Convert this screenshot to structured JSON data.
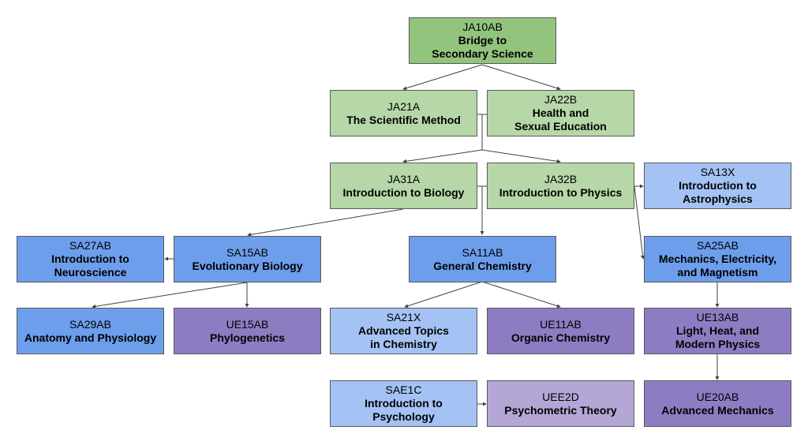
{
  "diagram": {
    "type": "course-prerequisite-tree",
    "colors": {
      "dark_green": "#93c47d",
      "light_green": "#b6d7a8",
      "light_blue": "#a4c2f4",
      "blue": "#6d9eeb",
      "purple": "#8e7cc3",
      "light_purple": "#b4a7d6",
      "edge": "#404040"
    },
    "nodes": [
      {
        "id": "JA10AB",
        "code": "JA10AB",
        "title": "Bridge to\nSecondary Science",
        "color": "#93c47d"
      },
      {
        "id": "JA21A",
        "code": "JA21A",
        "title": "The Scientific Method",
        "color": "#b6d7a8"
      },
      {
        "id": "JA22B",
        "code": "JA22B",
        "title": "Health and\nSexual Education",
        "color": "#b6d7a8"
      },
      {
        "id": "JA31A",
        "code": "JA31A",
        "title": "Introduction to Biology",
        "color": "#b6d7a8"
      },
      {
        "id": "JA32B",
        "code": "JA32B",
        "title": "Introduction to Physics",
        "color": "#b6d7a8"
      },
      {
        "id": "SA13X",
        "code": "SA13X",
        "title": "Introduction to\nAstrophysics",
        "color": "#a4c2f4"
      },
      {
        "id": "SA27AB",
        "code": "SA27AB",
        "title": "Introduction to\nNeuroscience",
        "color": "#6d9eeb"
      },
      {
        "id": "SA15AB",
        "code": "SA15AB",
        "title": "Evolutionary Biology",
        "color": "#6d9eeb"
      },
      {
        "id": "SA11AB",
        "code": "SA11AB",
        "title": "General Chemistry",
        "color": "#6d9eeb"
      },
      {
        "id": "SA25AB",
        "code": "SA25AB",
        "title": "Mechanics, Electricity,\nand Magnetism",
        "color": "#6d9eeb"
      },
      {
        "id": "SA29AB",
        "code": "SA29AB",
        "title": "Anatomy and Physiology",
        "color": "#6d9eeb"
      },
      {
        "id": "UE15AB",
        "code": "UE15AB",
        "title": "Phylogenetics",
        "color": "#8e7cc3"
      },
      {
        "id": "SA21X",
        "code": "SA21X",
        "title": "Advanced Topics\nin Chemistry",
        "color": "#a4c2f4"
      },
      {
        "id": "UE11AB",
        "code": "UE11AB",
        "title": "Organic Chemistry",
        "color": "#8e7cc3"
      },
      {
        "id": "UE13AB",
        "code": "UE13AB",
        "title": "Light, Heat, and\nModern Physics",
        "color": "#8e7cc3"
      },
      {
        "id": "SAE1C",
        "code": "SAE1C",
        "title": "Introduction to\nPsychology",
        "color": "#a4c2f4"
      },
      {
        "id": "UEE2D",
        "code": "UEE2D",
        "title": "Psychometric Theory",
        "color": "#b4a7d6"
      },
      {
        "id": "UE20AB",
        "code": "UE20AB",
        "title": "Advanced Mechanics",
        "color": "#8e7cc3"
      }
    ],
    "edges": [
      {
        "from": "JA10AB",
        "to": "JA21A"
      },
      {
        "from": "JA10AB",
        "to": "JA22B"
      },
      {
        "from": [
          "JA21A",
          "JA22B"
        ],
        "to": "JA31A"
      },
      {
        "from": [
          "JA21A",
          "JA22B"
        ],
        "to": "JA32B"
      },
      {
        "from": [
          "JA31A",
          "JA32B"
        ],
        "to": "SA11AB"
      },
      {
        "from": "JA31A",
        "to": "SA15AB"
      },
      {
        "from": "JA32B",
        "to": "SA13X"
      },
      {
        "from": "JA32B",
        "to": "SA25AB"
      },
      {
        "from": "SA15AB",
        "to": "SA27AB"
      },
      {
        "from": "SA15AB",
        "to": "SA29AB"
      },
      {
        "from": "SA15AB",
        "to": "UE15AB"
      },
      {
        "from": "SA11AB",
        "to": "SA21X"
      },
      {
        "from": "SA11AB",
        "to": "UE11AB"
      },
      {
        "from": "SA25AB",
        "to": "UE13AB"
      },
      {
        "from": "UE13AB",
        "to": "UE20AB"
      },
      {
        "from": "SAE1C",
        "to": "UEE2D"
      }
    ]
  }
}
